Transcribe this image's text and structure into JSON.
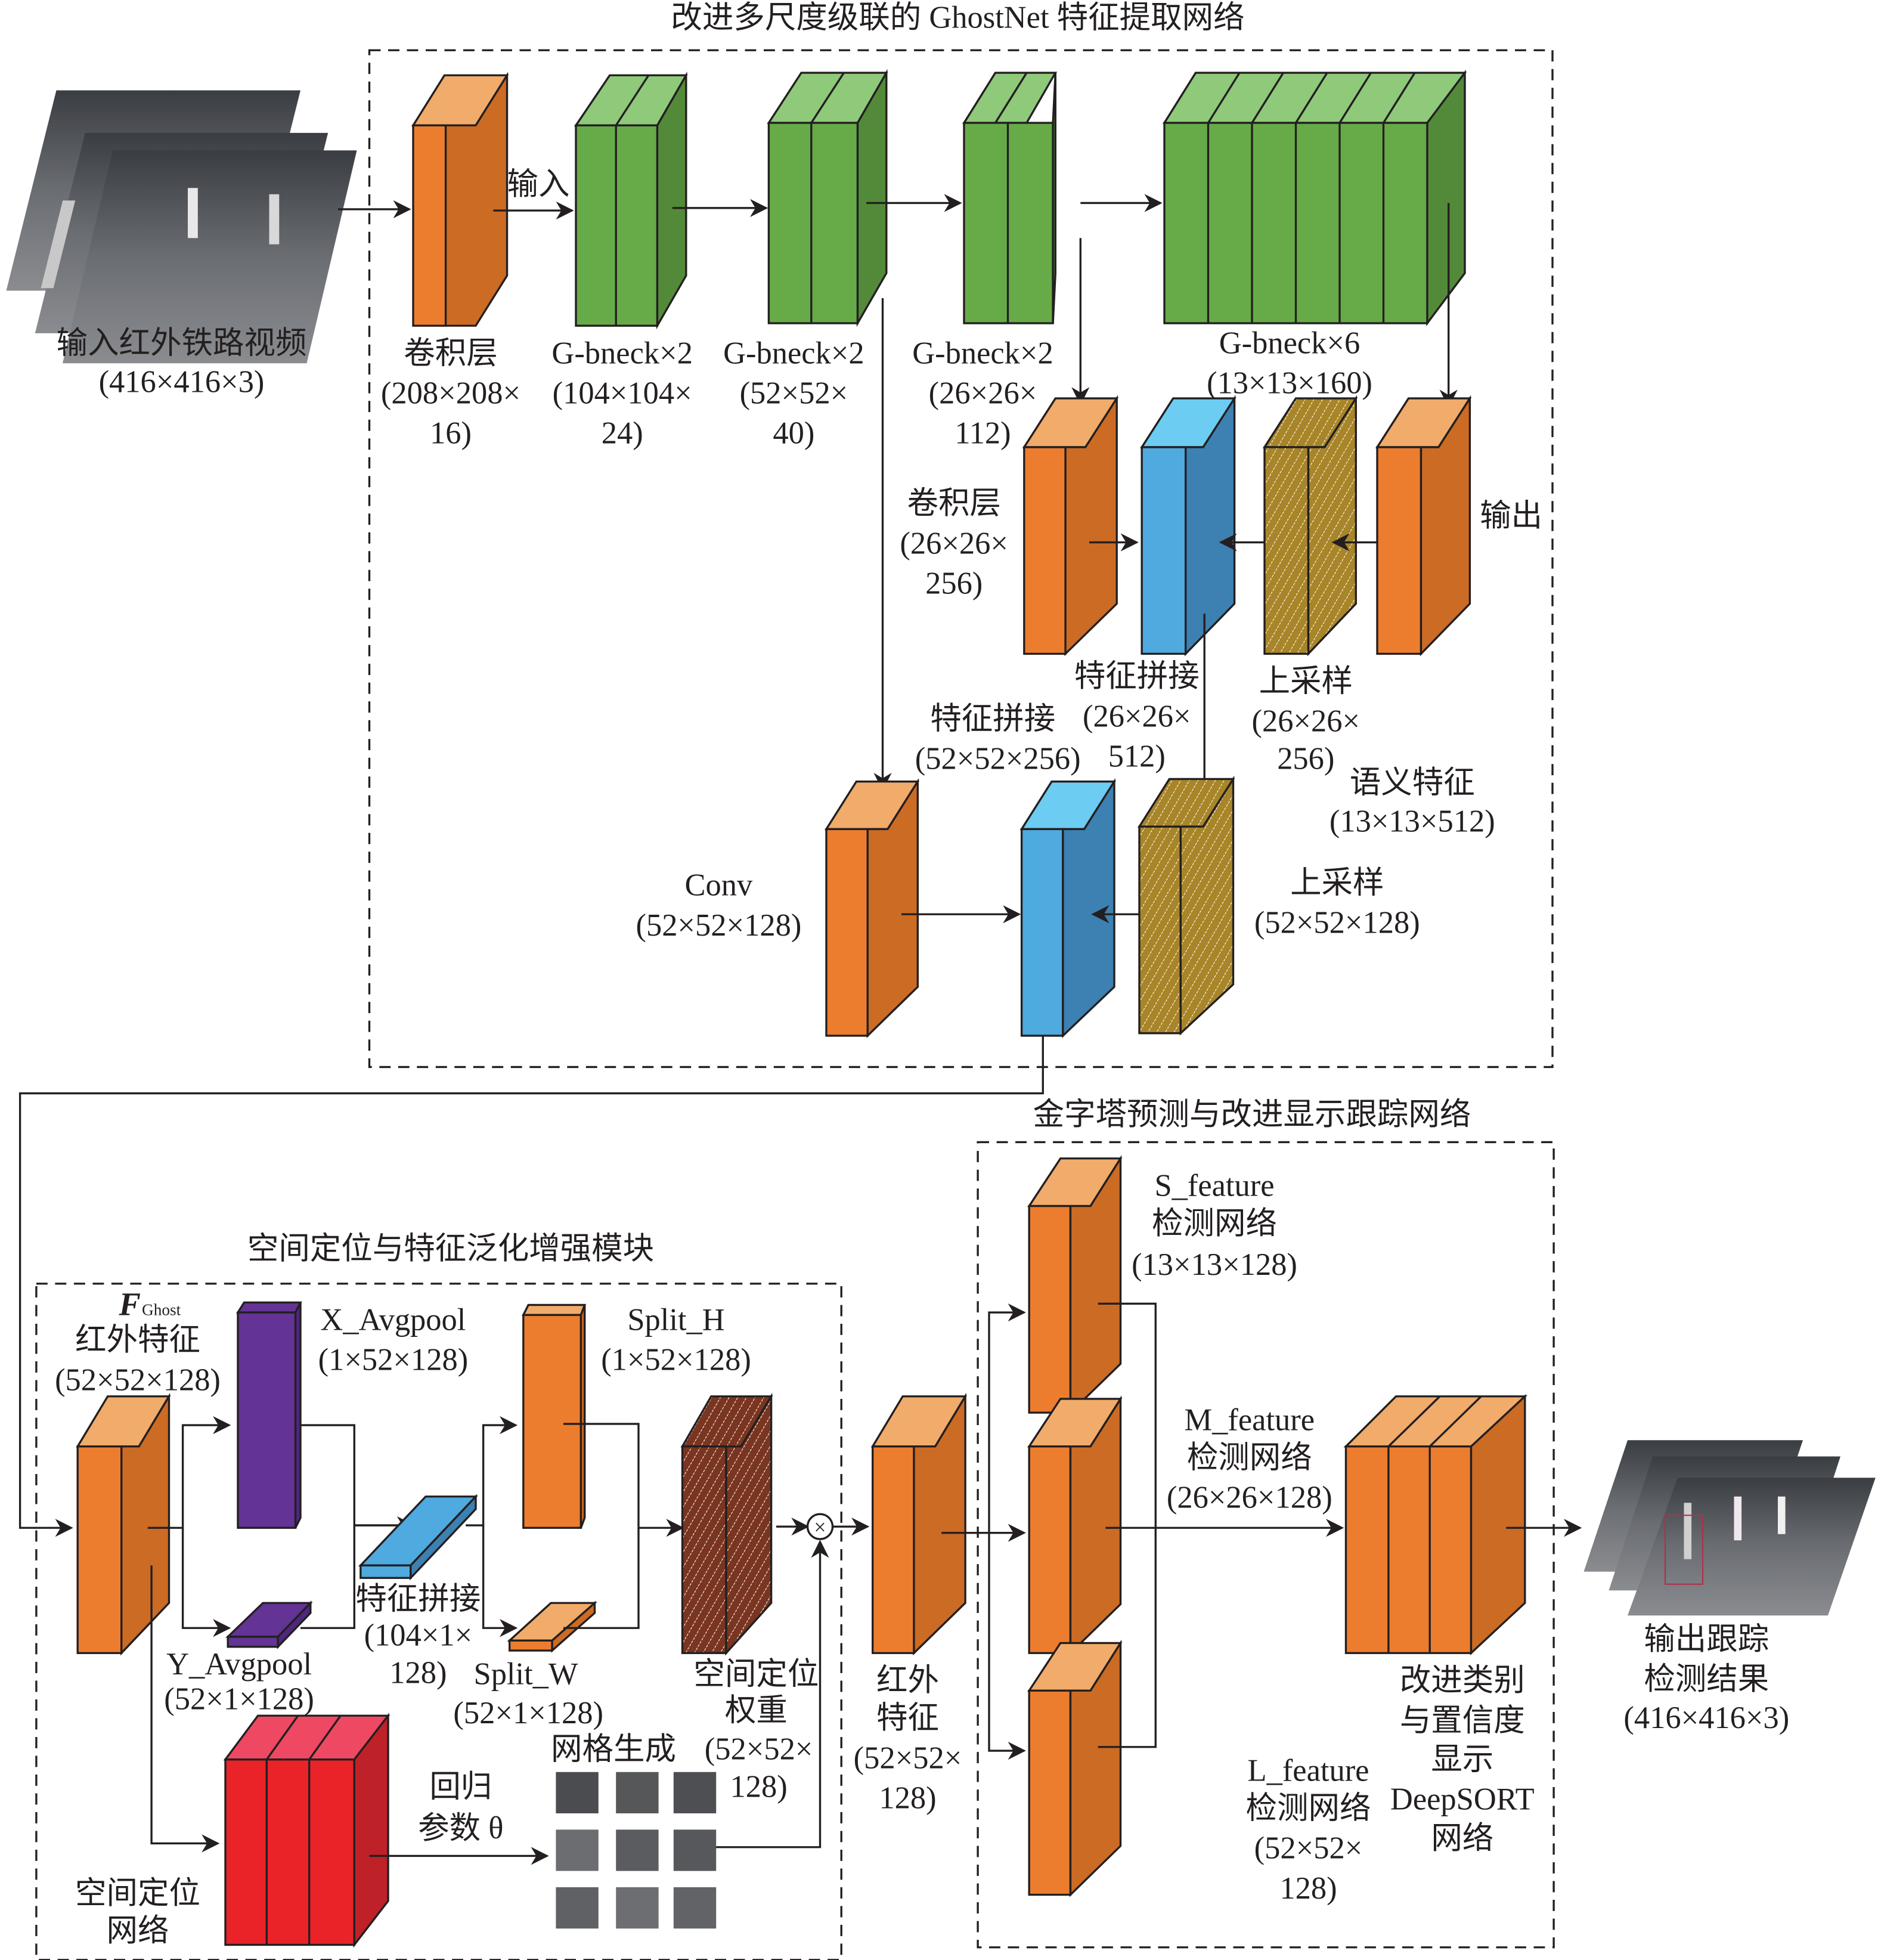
{
  "colors": {
    "orange_front": "#ed7d2e",
    "orange_side": "#cc6b24",
    "orange_top": "#f1ab6a",
    "green_front": "#67ab48",
    "green_side": "#538a3a",
    "green_top": "#8fc97a",
    "blue_front": "#4eaadf",
    "blue_side": "#3d80b2",
    "blue_top": "#6cccf2",
    "gold_hatch": "#a88528",
    "purple": "#633395",
    "brown_hatch": "#7a3520",
    "red_front": "#ea2329",
    "red_side": "#bf2129",
    "red_top": "#ee4862"
  },
  "ghostnet": {
    "title": "改进多尺度级联的 GhostNet 特征提取网络",
    "input_label": "输入红外铁路视频",
    "input_dims": "(416×416×3)",
    "arrow_input_label": "输入",
    "conv1": {
      "name": "卷积层",
      "dims1": "(208×208×",
      "dims2": "16)"
    },
    "gb1": {
      "name": "G-bneck×2",
      "dims1": "(104×104×",
      "dims2": "24)"
    },
    "gb2": {
      "name": "G-bneck×2",
      "dims1": "(52×52×",
      "dims2": "40)"
    },
    "gb3": {
      "name": "G-bneck×2",
      "dims1": "(26×26×",
      "dims2": "112)"
    },
    "gb4": {
      "name": "G-bneck×6",
      "dims": "(13×13×160)"
    },
    "conv26": {
      "name": "卷积层",
      "dims1": "(26×26×",
      "dims2": "256)"
    },
    "concat26": {
      "name": "特征拼接",
      "dims1": "(26×26×",
      "dims2": "512)"
    },
    "up26": {
      "name": "上采样",
      "dims1": "(26×26×",
      "dims2": "256)"
    },
    "output_label": "输出",
    "semantic": {
      "name": "语义特征",
      "dims": "(13×13×512)"
    },
    "concat52": {
      "name": "特征拼接",
      "dims": "(52×52×256)"
    },
    "conv52": {
      "name": "Conv",
      "dims": "(52×52×128)"
    },
    "up52": {
      "name": "上采样",
      "dims": "(52×52×128)"
    }
  },
  "spatial": {
    "title": "空间定位与特征泛化增强模块",
    "fghost_main": "F",
    "fghost_sub": "Ghost",
    "feat_name": "红外特征",
    "feat_dims": "(52×52×128)",
    "xavg": {
      "name": "X_Avgpool",
      "dims": "(1×52×128)"
    },
    "yavg": {
      "name": "Y_Avgpool",
      "dims": "(52×1×128)"
    },
    "concat": {
      "name": "特征拼接",
      "dims1": "(104×1×",
      "dims2": "128)"
    },
    "splith": {
      "name": "Split_H",
      "dims": "(1×52×128)"
    },
    "splitw": {
      "name": "Split_W",
      "dims": "(52×1×128)"
    },
    "weight": {
      "name1": "空间定位",
      "name2": "权重",
      "dims1": "(52×52×",
      "dims2": "128)"
    },
    "locnet": {
      "name1": "空间定位",
      "name2": "网络"
    },
    "regress": {
      "line1": "回归",
      "line2": "参数 θ"
    },
    "grid": {
      "name": "网格生成"
    },
    "multiply_symbol": "×"
  },
  "pyramid": {
    "title": "金字塔预测与改进显示跟踪网络",
    "ir_feat": {
      "l1": "红外",
      "l2": "特征",
      "l3": "(52×52×",
      "l4": "128)"
    },
    "s": {
      "name": "S_feature",
      "sub": "检测网络",
      "dims": "(13×13×128)"
    },
    "m": {
      "name": "M_feature",
      "sub": "检测网络",
      "dims": "(26×26×128)"
    },
    "l": {
      "name": "L_feature",
      "sub": "检测网络",
      "dims1": "(52×52×",
      "dims2": "128)"
    },
    "deepsort": {
      "l1": "改进类别",
      "l2": "与置信度",
      "l3": "显示",
      "l4": "DeepSORT",
      "l5": "网络"
    },
    "output": {
      "l1": "输出跟踪",
      "l2": "检测结果",
      "dims": "(416×416×3)"
    }
  }
}
